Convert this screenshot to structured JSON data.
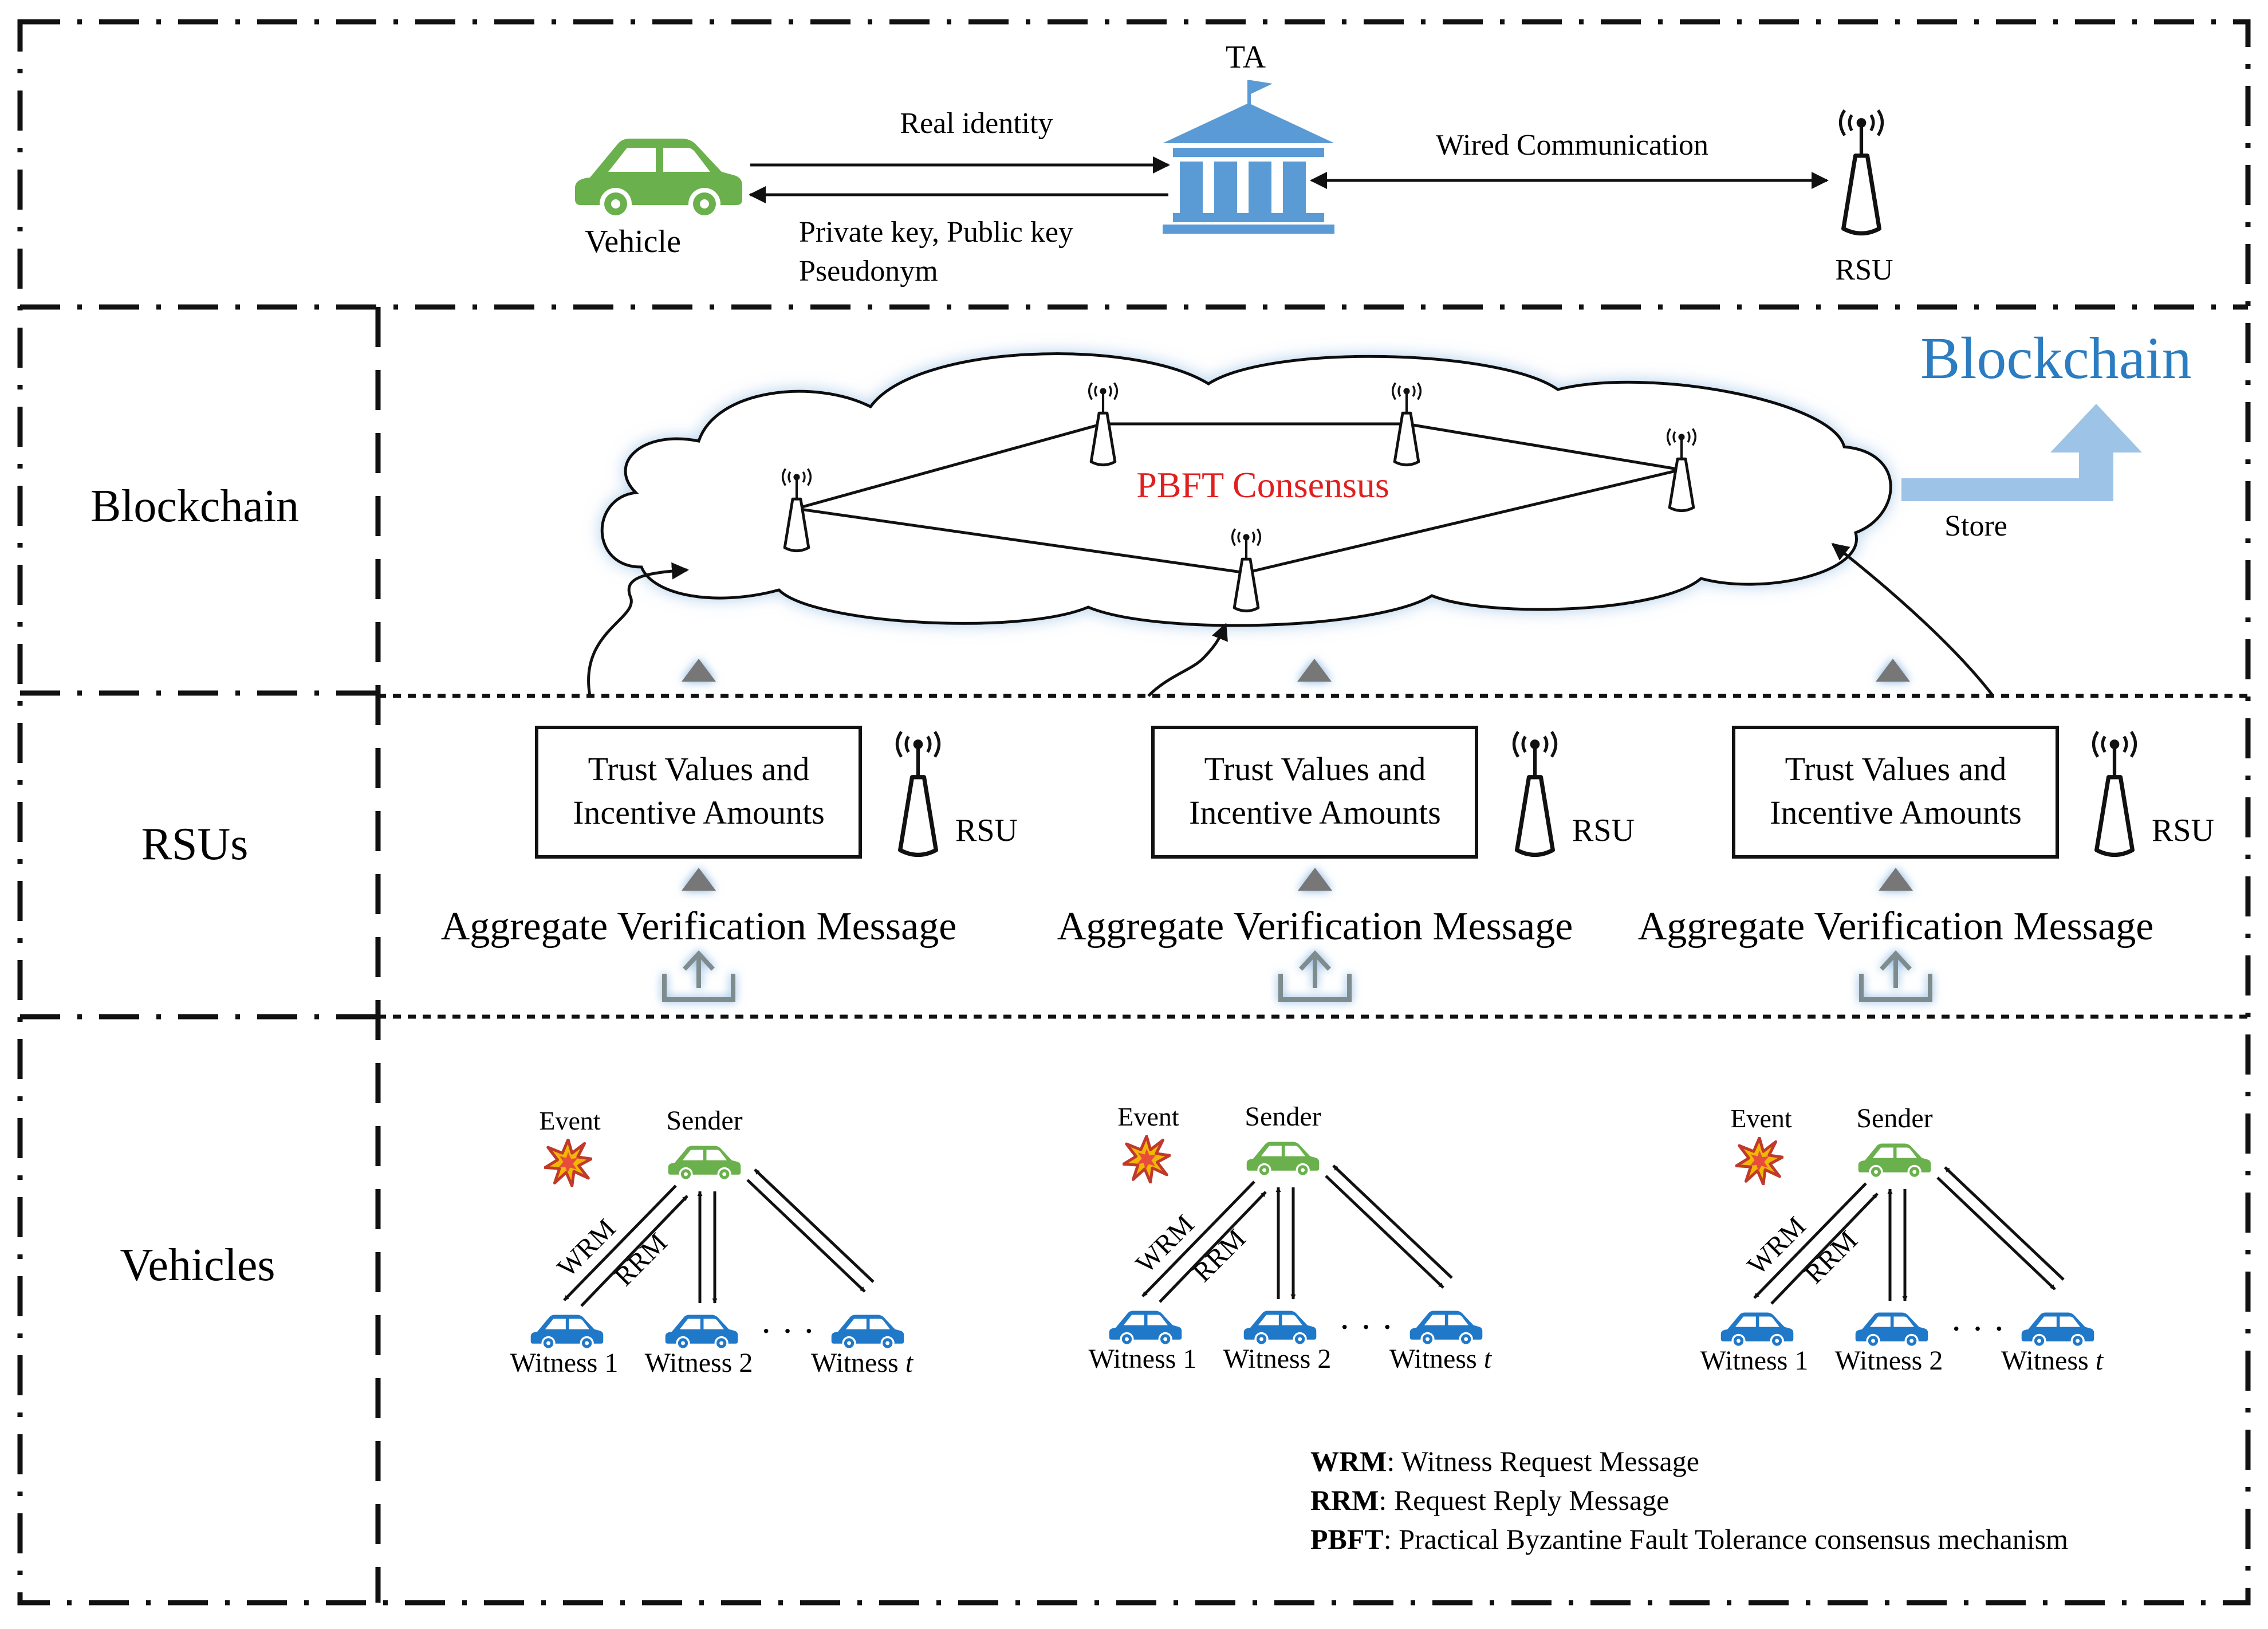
{
  "top": {
    "ta_label": "TA",
    "vehicle_label": "Vehicle",
    "rsu_label": "RSU",
    "real_identity": "Real identity",
    "wired_communication": "Wired Communication",
    "keys_line1": "Private key, Public key",
    "keys_line2": "Pseudonym"
  },
  "layers": {
    "blockchain": "Blockchain",
    "rsus": "RSUs",
    "vehicles": "Vehicles"
  },
  "blockchain": {
    "consensus": "PBFT Consensus",
    "title": "Blockchain",
    "store": "Store"
  },
  "rsu_units": [
    {
      "box_line1": "Trust Values and",
      "box_line2": "Incentive Amounts",
      "rsu": "RSU",
      "aggregate": "Aggregate Verification Message"
    },
    {
      "box_line1": "Trust Values and",
      "box_line2": "Incentive Amounts",
      "rsu": "RSU",
      "aggregate": "Aggregate Verification Message"
    },
    {
      "box_line1": "Trust Values and",
      "box_line2": "Incentive Amounts",
      "rsu": "RSU",
      "aggregate": "Aggregate Verification Message"
    }
  ],
  "vehicle_groups": [
    {
      "event": "Event",
      "sender": "Sender",
      "wrm": "WRM",
      "rrm": "RRM",
      "witness1": "Witness 1",
      "witness2": "Witness 2",
      "witness_t_prefix": "Witness ",
      "witness_t_var": "t"
    },
    {
      "event": "Event",
      "sender": "Sender",
      "wrm": "WRM",
      "rrm": "RRM",
      "witness1": "Witness 1",
      "witness2": "Witness 2",
      "witness_t_prefix": "Witness ",
      "witness_t_var": "t"
    },
    {
      "event": "Event",
      "sender": "Sender",
      "wrm": "WRM",
      "rrm": "RRM",
      "witness1": "Witness 1",
      "witness2": "Witness 2",
      "witness_t_prefix": "Witness ",
      "witness_t_var": "t"
    }
  ],
  "legend": [
    {
      "abbr": "WRM",
      "text": ": Witness Request Message"
    },
    {
      "abbr": "RRM",
      "text": ": Request Reply Message"
    },
    {
      "abbr": "PBFT",
      "text": ": Practical Byzantine Fault Tolerance consensus mechanism"
    }
  ],
  "colors": {
    "car_green": "#6ab04c",
    "car_blue": "#1f78c8",
    "ta_blue": "#5b9bd5",
    "consensus_red": "#e02020",
    "blockchain_blue": "#2b7cc0",
    "store_arrow": "#9dc3e6"
  }
}
